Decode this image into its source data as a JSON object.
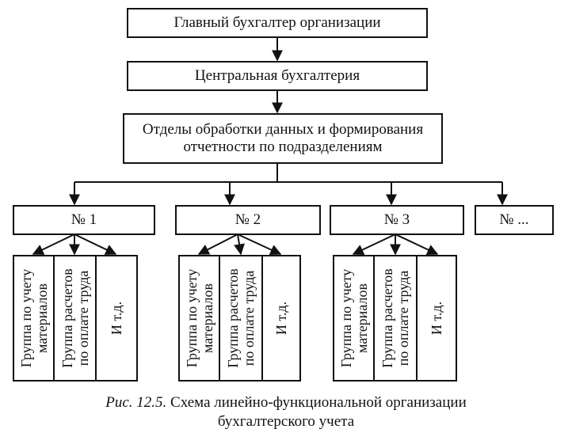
{
  "chief": "Главный бухгалтер организации",
  "central": "Центральная бухгалтерия",
  "departments": {
    "line1": "Отделы обработки данных и формирования",
    "line2": "отчетности по подразделениям"
  },
  "units": [
    {
      "label": "№ 1",
      "groups": [
        {
          "line1": "Группа по учету",
          "line2": "материалов"
        },
        {
          "line1": "Группа расчетов",
          "line2": "по оплате труда"
        },
        {
          "line1": "И т.д.",
          "line2": ""
        }
      ]
    },
    {
      "label": "№ 2",
      "groups": [
        {
          "line1": "Группа по учету",
          "line2": "материалов"
        },
        {
          "line1": "Группа расчетов",
          "line2": "по оплате труда"
        },
        {
          "line1": "И т.д.",
          "line2": ""
        }
      ]
    },
    {
      "label": "№ 3",
      "groups": [
        {
          "line1": "Группа по учету",
          "line2": "материалов"
        },
        {
          "line1": "Группа расчетов",
          "line2": "по оплате труда"
        },
        {
          "line1": "И т.д.",
          "line2": ""
        }
      ]
    },
    {
      "label": "№ ...",
      "groups": []
    }
  ],
  "caption": {
    "figure": "Рис. 12.5.",
    "line1": "Схема линейно-функциональной организации",
    "line2": "бухгалтерского учета"
  }
}
